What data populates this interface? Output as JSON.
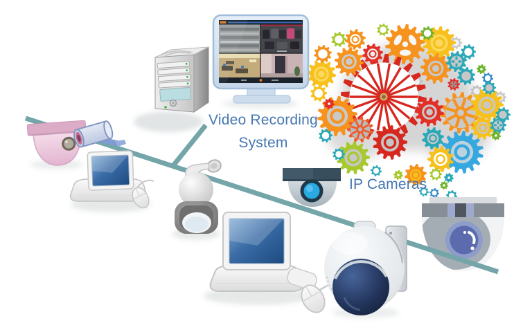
{
  "labels": {
    "video_recording_line1": "Video Recording",
    "video_recording_line2": "System",
    "ip_cameras": "IP Cameras"
  },
  "colors": {
    "label_text": "#4577b2",
    "network_line": "#73a5a9",
    "background": "#ffffff"
  },
  "monitor": {
    "feeds": [
      "parking-lot-view",
      "street-cars-view",
      "office-interior-view",
      "corridor-view"
    ]
  },
  "illustration": {
    "gears": [
      [
        600,
        118,
        11,
        "#c6c6c6",
        "ring",
        "#efefef"
      ],
      [
        688,
        132,
        9,
        "#c0c0c0",
        "ring",
        "#efefef"
      ],
      [
        722,
        141,
        9,
        "#c6c6c6",
        "ring",
        "#efefef"
      ],
      [
        658,
        62,
        9,
        "#c8c8c8",
        "ring",
        "#f2f2f2"
      ],
      [
        533,
        110,
        12,
        "#f8c01a",
        "ring",
        "#ffffff"
      ],
      [
        585,
        64,
        29,
        "#f6921e",
        "holes3",
        "#f7f7f7"
      ],
      [
        634,
        62,
        24,
        "#f8c01a",
        "ring",
        "#fad95e"
      ],
      [
        554,
        140,
        62,
        "#d6281e",
        "spoke",
        "#ffffff"
      ],
      [
        665,
        163,
        30,
        "#f6921e",
        "spoke8",
        "#c9c9c9"
      ],
      [
        703,
        152,
        24,
        "#f8c01a",
        "ring",
        "#c7c7c7"
      ],
      [
        629,
        99,
        22,
        "#f6921e",
        "ring",
        "#c7c7c7"
      ],
      [
        504,
        89,
        21,
        "#f6921e",
        "ring",
        "#cbcbcb"
      ],
      [
        487,
        168,
        29,
        "#f6921e",
        "ring",
        "#c9c9c9"
      ],
      [
        563,
        206,
        25,
        "#d6281e",
        "ring",
        "#c5c5c5"
      ],
      [
        510,
        228,
        24,
        "#a8c92e",
        "ring",
        "#c7c7c7"
      ],
      [
        667,
        220,
        31,
        "#35a8e0",
        "ring",
        "#bcd2de"
      ],
      [
        636,
        230,
        19,
        "#f8c01a",
        "ring",
        "#ffffff"
      ],
      [
        620,
        162,
        21,
        "#e23028",
        "ring",
        "#c7c7c7"
      ],
      [
        625,
        200,
        16,
        "#2aa8b8",
        "ring",
        "#c7c7c7"
      ],
      [
        697,
        185,
        17,
        "#f8c01a",
        "ring",
        "#c7c7c7"
      ],
      [
        520,
        187,
        19,
        "#f05a28",
        "spoke8",
        "#bababa"
      ],
      [
        464,
        107,
        21,
        "#f8c01a",
        "ring",
        "#fad95e"
      ],
      [
        466,
        78,
        13,
        "#f6921e",
        "ring",
        "#ffffff"
      ],
      [
        538,
        78,
        15,
        "#e23028",
        "ring",
        "#f0f0f0"
      ],
      [
        513,
        57,
        15,
        "#f6921e",
        "ring",
        "#ffffff"
      ],
      [
        489,
        57,
        11,
        "#a8c92e",
        "ring",
        "#ffffff"
      ],
      [
        553,
        43,
        9,
        "#a8c92e",
        "ring",
        "#ffffff"
      ],
      [
        617,
        48,
        10,
        "#6fb52c",
        "ring",
        "#ffffff"
      ],
      [
        676,
        75,
        11,
        "#2aa8b8",
        "ring",
        "#ffffff"
      ],
      [
        659,
        89,
        15,
        "#2aa8b8",
        "cross",
        "#c9c9c9"
      ],
      [
        673,
        110,
        13,
        "#2aa8b8",
        "ring",
        "#c7c7c7"
      ],
      [
        695,
        100,
        7,
        "#6fb52c",
        "solid",
        "#ffffff"
      ],
      [
        704,
        113,
        8,
        "#3388cc",
        "ring",
        "#ffffff"
      ],
      [
        706,
        127,
        10,
        "#2aa8b8",
        "ring",
        "#c7c7c7"
      ],
      [
        726,
        166,
        11,
        "#2aa8b8",
        "ring",
        "#c7c7c7"
      ],
      [
        719,
        181,
        12,
        "#2aa8b8",
        "cross",
        "#c9c9c9"
      ],
      [
        716,
        196,
        7,
        "#6fb52c",
        "solid",
        "#ffffff"
      ],
      [
        655,
        122,
        9,
        "#e23028",
        "cross",
        "#9a9a9a"
      ],
      [
        460,
        135,
        12,
        "#f8c01a",
        "ring",
        "#ffffff"
      ],
      [
        475,
        150,
        8,
        "#e23028",
        "solid",
        "#ffffff"
      ],
      [
        470,
        196,
        10,
        "#2aa8b8",
        "ring",
        "#ffffff"
      ],
      [
        489,
        223,
        9,
        "#2aa8b8",
        "ring",
        "#ffffff"
      ],
      [
        600,
        253,
        16,
        "#f6921e",
        "ring",
        "#f8c01a"
      ],
      [
        543,
        247,
        8,
        "#2aa8b8",
        "ring",
        "#ffffff"
      ],
      [
        575,
        253,
        7,
        "#a8c92e",
        "solid",
        "#ffffff"
      ],
      [
        629,
        252,
        9,
        "#a8c92e",
        "ring",
        "#ffffff"
      ],
      [
        648,
        257,
        7,
        "#2aa8b8",
        "solid",
        "#ffffff"
      ],
      [
        641,
        268,
        6,
        "#6fb52c",
        "solid",
        "#ffffff"
      ],
      [
        612,
        277,
        7,
        "#2aa8b8",
        "ring",
        "#ffffff"
      ],
      [
        627,
        279,
        7,
        "#3388cc",
        "ring",
        "#ffffff"
      ],
      [
        652,
        283,
        8,
        "#2aa8b8",
        "ring",
        "#ffffff"
      ]
    ]
  }
}
